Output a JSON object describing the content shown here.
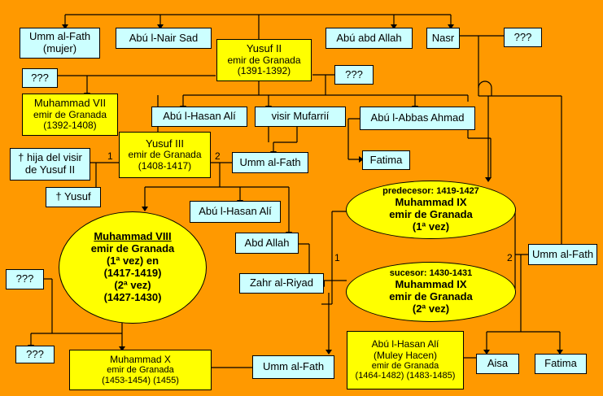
{
  "people": {
    "umm_fath_mujer": [
      "Umm al-Fath",
      "(mujer)"
    ],
    "abu_nair": "Abú l-Nair Sad",
    "yusuf2": [
      "Yusuf II",
      "emir de Granada",
      "(1391-1392)"
    ],
    "abu_abd_allah": "Abú abd Allah",
    "nasr": "Nasr",
    "unk_nasr": "???",
    "unk_left": "???",
    "unk_right": "???",
    "muhammad7": [
      "Muhammad VII",
      "emir de Granada",
      "(1392-1408)"
    ],
    "abu_hasan_1": "Abú l-Hasan Alí",
    "visir": "visir Mufarrií",
    "abu_abbas": "Abú l-Abbas Ahmad",
    "hija_visir": [
      "† hija del visir",
      "de Yusuf II"
    ],
    "yusuf3": [
      "Yusuf III",
      "emir de Granada",
      "(1408-1417)"
    ],
    "umm_fath_2": "Umm al-Fath",
    "fatima_1": "Fatima",
    "yusuf_dead": "† Yusuf",
    "abu_hasan_2": "Abú l-Hasan Alí",
    "abd_allah": "Abd Allah",
    "m9_pred": {
      "tag": "predecesor: 1419-1427",
      "name": "Muhammad IX",
      "title": "emir de Granada",
      "vez": "(1ª vez)"
    },
    "m9_suc": {
      "tag": "sucesor: 1430-1431",
      "name": "Muhammad IX",
      "title": "emir de Granada",
      "vez": "(2ª vez)"
    },
    "m8": [
      "Muhammad VIII",
      "emir de Granada",
      "(1ª vez) en",
      "(1417-1419)",
      "(2ª vez)",
      "(1427-1430)"
    ],
    "unk_m8": "???",
    "zahr": "Zahr al-Riyad",
    "umm_fath_3": "Umm al-Fath",
    "unk_bottom": "???",
    "m10": [
      "Muhammad X",
      "emir de Granada",
      "(1453-1454) (1455)"
    ],
    "umm_fath_4": "Umm al-Fath",
    "abu_hasan_3": [
      "Abú l-Hasan Alí",
      "(Muley Hacen)",
      "emir de Granada",
      "(1464-1482) (1483-1485)"
    ],
    "aisa": "Aisa",
    "fatima_2": "Fatima"
  },
  "labels": {
    "y3_w1": "1",
    "y3_w2": "2",
    "m9_w1": "1",
    "m9_w2": "2"
  }
}
